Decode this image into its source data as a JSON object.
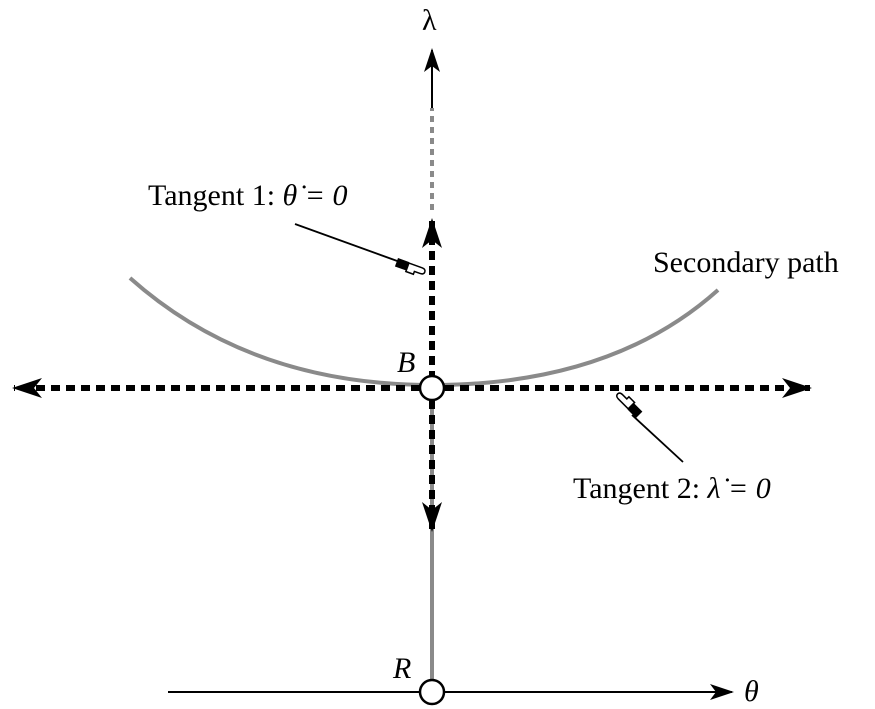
{
  "axes": {
    "vertical_label": "λ",
    "horizontal_label": "θ"
  },
  "points": {
    "bifurcation": "B",
    "root": "R"
  },
  "labels": {
    "secondary_path": "Secondary path",
    "tangent1_text": "Tangent 1: ",
    "tangent1_math": "θ̇ = 0",
    "tangent2_text": "Tangent 2: ",
    "tangent2_math": "λ̇ = 0"
  },
  "colors": {
    "primary_path": "#8a8a8a",
    "secondary_path": "#8a8a8a",
    "tangent": "#000000",
    "axis": "#000000"
  },
  "icons": [
    "pointing-hand-icon",
    "pointing-hand-icon"
  ]
}
